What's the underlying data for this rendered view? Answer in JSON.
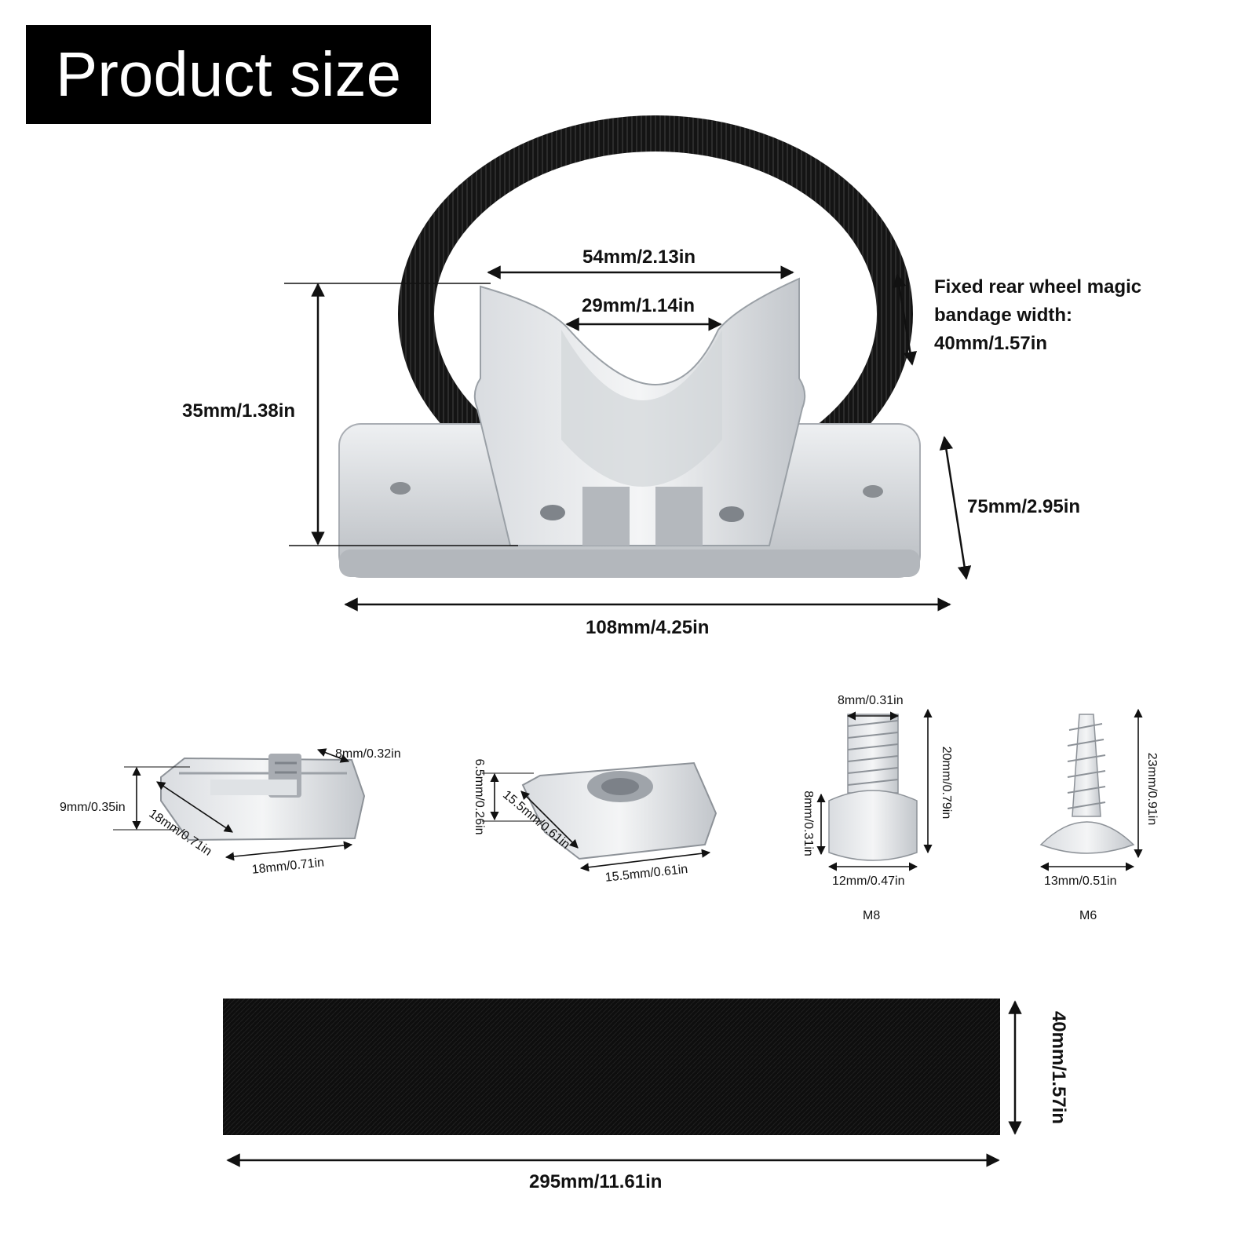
{
  "title": "Product size",
  "colors": {
    "background": "#ffffff",
    "title_bg": "#000000",
    "title_fg": "#ffffff",
    "metal": "#c9ccd0",
    "strap": "#111111"
  },
  "main_mount": {
    "top_width": "54mm/2.13in",
    "inner_width": "29mm/1.14in",
    "height": "35mm/1.38in",
    "base_depth": "75mm/2.95in",
    "base_width": "108mm/4.25in",
    "strap_note": "Fixed rear wheel magic bandage width: 40mm/1.57in"
  },
  "parts": {
    "t_nut_a": {
      "height": "9mm/0.35in",
      "depth": "18mm/0.71in",
      "length": "18mm/0.71in",
      "slot": "8mm/0.32in"
    },
    "t_nut_b": {
      "height": "6.5mm/0.26in",
      "depth": "15.5mm/0.61in",
      "length": "15.5mm/0.61in"
    },
    "bolt_m8": {
      "thread_dia": "8mm/0.31in",
      "length": "20mm/0.79in",
      "head_height": "8mm/0.31in",
      "head_dia": "12mm/0.47in",
      "name": "M8"
    },
    "screw_m6": {
      "length": "23mm/0.91in",
      "head_dia": "13mm/0.51in",
      "name": "M6"
    }
  },
  "strap": {
    "height": "40mm/1.57in",
    "length": "295mm/11.61in"
  }
}
